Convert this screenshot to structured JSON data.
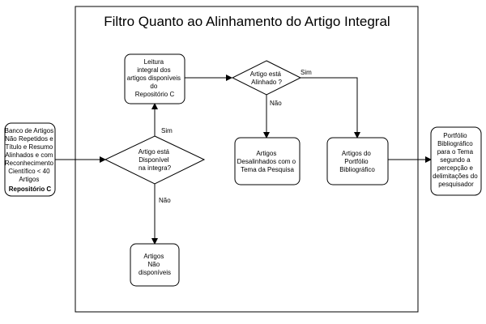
{
  "title": "Filtro Quanto ao Alinhamento do Artigo Integral",
  "colors": {
    "line": "#000000",
    "fill": "#ffffff",
    "text": "#000000"
  },
  "nodes": {
    "input": {
      "lines": [
        "Banco de Artigos",
        "Não Repetidos e",
        "Título e Resumo",
        "Alinhados e com",
        "Reconhecimento",
        "Científico < 40",
        "Artigos"
      ],
      "bold_line": "Repositório C"
    },
    "reading": {
      "lines": [
        "Leitura",
        "integral dos",
        "artigos disponíveis",
        "do",
        "Repositório C"
      ]
    },
    "q_available": {
      "lines": [
        "Artigo está",
        "Disponível",
        "na integra?"
      ]
    },
    "q_aligned": {
      "lines": [
        "Artigo está",
        "Alinhado ?"
      ]
    },
    "not_available": {
      "lines": [
        "Artigos",
        "Não",
        "disponíveis"
      ]
    },
    "misaligned": {
      "lines": [
        "Artigos",
        "Desalinhados com o",
        "Tema da Pesquisa"
      ]
    },
    "portfolio_articles": {
      "lines": [
        "Artigos do",
        "Portfólio",
        "Bibliográfico"
      ]
    },
    "output": {
      "lines": [
        "Portfólio",
        "Bibliográfico",
        "para o Tema",
        "segundo a",
        "percepção e",
        "delimitações do",
        "pesquisador"
      ]
    }
  },
  "edge_labels": {
    "available_yes": "Sim",
    "available_no": "Não",
    "aligned_yes": "Sim",
    "aligned_no": "Não"
  }
}
